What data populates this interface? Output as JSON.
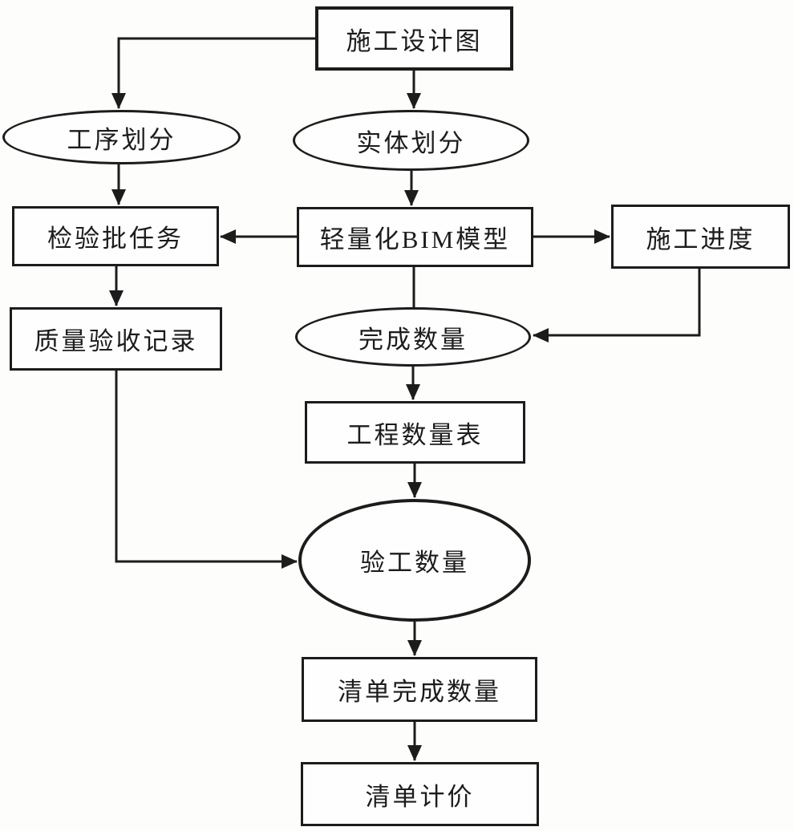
{
  "diagram": {
    "background_color": "#fdfdfb",
    "stroke_color": "#1c1c1c",
    "node_fill_color": "#fefefe",
    "nodes": [
      {
        "id": "construction-design-drawing",
        "shape": "rect",
        "label": "施工设计图"
      },
      {
        "id": "process-division",
        "shape": "ellipse",
        "label": "工序划分"
      },
      {
        "id": "entity-division",
        "shape": "ellipse",
        "label": "实体划分"
      },
      {
        "id": "inspection-batch-task",
        "shape": "rect",
        "label": "检验批任务"
      },
      {
        "id": "lightweight-bim-model",
        "shape": "rect",
        "label": "轻量化BIM模型"
      },
      {
        "id": "construction-progress",
        "shape": "rect",
        "label": "施工进度"
      },
      {
        "id": "quality-acceptance-record",
        "shape": "rect",
        "label": "质量验收记录"
      },
      {
        "id": "completed-quantity",
        "shape": "ellipse",
        "label": "完成数量"
      },
      {
        "id": "engineering-quantity-table",
        "shape": "rect",
        "label": "工程数量表"
      },
      {
        "id": "accepted-work-quantity",
        "shape": "ellipse",
        "label": "验工数量"
      },
      {
        "id": "list-completed-quantity",
        "shape": "rect",
        "label": "清单完成数量"
      },
      {
        "id": "list-pricing",
        "shape": "rect",
        "label": "清单计价"
      }
    ],
    "edges": [
      {
        "from": "construction-design-drawing",
        "to": "process-division",
        "arrow": true,
        "route": "left-then-down"
      },
      {
        "from": "construction-design-drawing",
        "to": "entity-division",
        "arrow": true,
        "route": "down"
      },
      {
        "from": "process-division",
        "to": "inspection-batch-task",
        "arrow": true,
        "route": "down"
      },
      {
        "from": "entity-division",
        "to": "lightweight-bim-model",
        "arrow": true,
        "route": "down"
      },
      {
        "from": "lightweight-bim-model",
        "to": "inspection-batch-task",
        "arrow": true,
        "route": "left"
      },
      {
        "from": "lightweight-bim-model",
        "to": "construction-progress",
        "arrow": true,
        "route": "right"
      },
      {
        "from": "lightweight-bim-model",
        "to": "completed-quantity",
        "arrow": false,
        "route": "down"
      },
      {
        "from": "construction-progress",
        "to": "completed-quantity",
        "arrow": true,
        "route": "down-then-left"
      },
      {
        "from": "inspection-batch-task",
        "to": "quality-acceptance-record",
        "arrow": true,
        "route": "down"
      },
      {
        "from": "completed-quantity",
        "to": "engineering-quantity-table",
        "arrow": true,
        "route": "down"
      },
      {
        "from": "engineering-quantity-table",
        "to": "accepted-work-quantity",
        "arrow": true,
        "route": "down"
      },
      {
        "from": "quality-acceptance-record",
        "to": "accepted-work-quantity",
        "arrow": true,
        "route": "down-then-right"
      },
      {
        "from": "accepted-work-quantity",
        "to": "list-completed-quantity",
        "arrow": true,
        "route": "down"
      },
      {
        "from": "list-completed-quantity",
        "to": "list-pricing",
        "arrow": true,
        "route": "down"
      }
    ]
  }
}
